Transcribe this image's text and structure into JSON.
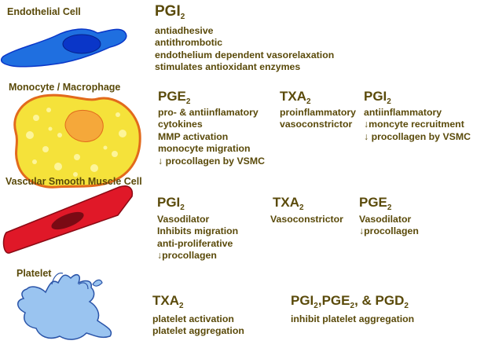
{
  "endothelial": {
    "label": "Endothelial Cell",
    "prostanoids": [
      {
        "name": "PGI",
        "sub": "2",
        "effects": [
          "antiadhesive",
          "antithrombotic",
          "endothelium dependent vasorelaxation",
          "stimulates antioxidant enzymes"
        ]
      }
    ]
  },
  "monocyte": {
    "label": "Monocyte / Macrophage",
    "prostanoids": [
      {
        "name": "PGE",
        "sub": "2",
        "effects": [
          "pro- & antiinflamatory",
          "cytokines",
          "MMP activation",
          "monocyte migration",
          "↓ procollagen by VSMC"
        ]
      },
      {
        "name": "TXA",
        "sub": "2",
        "effects": [
          "proinflammatory",
          "vasoconstrictor"
        ]
      },
      {
        "name": "PGI",
        "sub": "2",
        "effects": [
          "antiinflammatory",
          "↓moncyte recruitment",
          "↓ procollagen by VSMC"
        ]
      }
    ]
  },
  "vsmc": {
    "label": "Vascular Smooth Muscle Cell",
    "prostanoids": [
      {
        "name": "PGI",
        "sub": "2",
        "effects": [
          "Vasodilator",
          "Inhibits migration",
          "anti-proliferative",
          "↓procollagen"
        ]
      },
      {
        "name": "TXA",
        "sub": "2",
        "effects": [
          "Vasoconstrictor"
        ]
      },
      {
        "name": "PGE",
        "sub": "2",
        "effects": [
          "Vasodilator",
          "↓procollagen"
        ]
      }
    ]
  },
  "platelet": {
    "label": "Platelet",
    "prostanoids": [
      {
        "name": "TXA",
        "sub": "2",
        "effects": [
          "platelet activation",
          "platelet aggregation"
        ]
      }
    ],
    "combo": {
      "parts": [
        {
          "name": "PGI",
          "sub": "2",
          "sep": ","
        },
        {
          "name": "PGE",
          "sub": "2",
          "sep": ", & "
        },
        {
          "name": "PGD",
          "sub": "2",
          "sep": ""
        }
      ],
      "effects": [
        "inhibit platelet aggregation"
      ]
    }
  },
  "colors": {
    "text": "#5a4a0a",
    "endothelial_fill": "#1f6fe0",
    "endothelial_nucleus": "#0a36c8",
    "monocyte_fill": "#f5e23a",
    "monocyte_border": "#e26a1c",
    "monocyte_nucleus": "#f5a83a",
    "vsmc_fill": "#e01828",
    "vsmc_nucleus": "#7a0a14",
    "platelet_fill": "#9ac4f0",
    "platelet_border": "#2a54a8"
  }
}
